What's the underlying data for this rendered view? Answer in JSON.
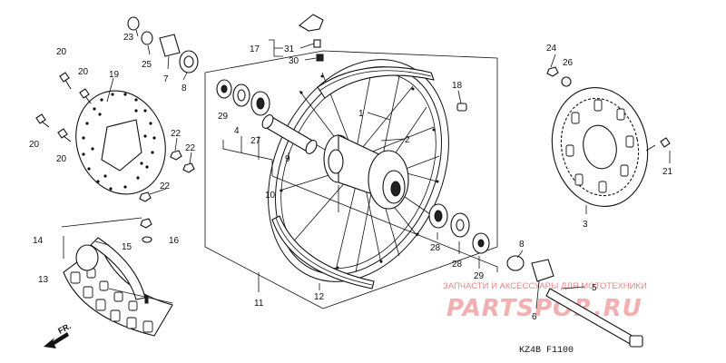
{
  "diagram": {
    "labels": {
      "l1": "1",
      "l2": "2",
      "l3": "3",
      "l4": "4",
      "l5": "5",
      "l6": "6",
      "l7": "7",
      "l8a": "8",
      "l8b": "8",
      "l9": "9",
      "l10": "10",
      "l11": "11",
      "l12": "12",
      "l13": "13",
      "l14": "14",
      "l15": "15",
      "l16": "16",
      "l17": "17",
      "l18": "18",
      "l19": "19",
      "l20a": "20",
      "l20b": "20",
      "l20c": "20",
      "l20d": "20",
      "l21": "21",
      "l22a": "22",
      "l22b": "22",
      "l22c": "22",
      "l23": "23",
      "l24": "24",
      "l25": "25",
      "l26": "26",
      "l27": "27",
      "l28a": "28",
      "l28b": "28",
      "l29a": "29",
      "l29b": "29",
      "l30": "30",
      "l31": "31"
    },
    "direction_label": "FR.",
    "diagram_code": "KZ4B  F1100"
  },
  "watermark": {
    "line1": "ЗАПЧАСТИ И АКСЕССУАРЫ ДЛЯ МОТОТЕХНИКИ",
    "logo": "PARTSPOR.RU"
  },
  "colors": {
    "ink": "#111111",
    "watermark": "#e08a8a",
    "background": "#ffffff"
  }
}
